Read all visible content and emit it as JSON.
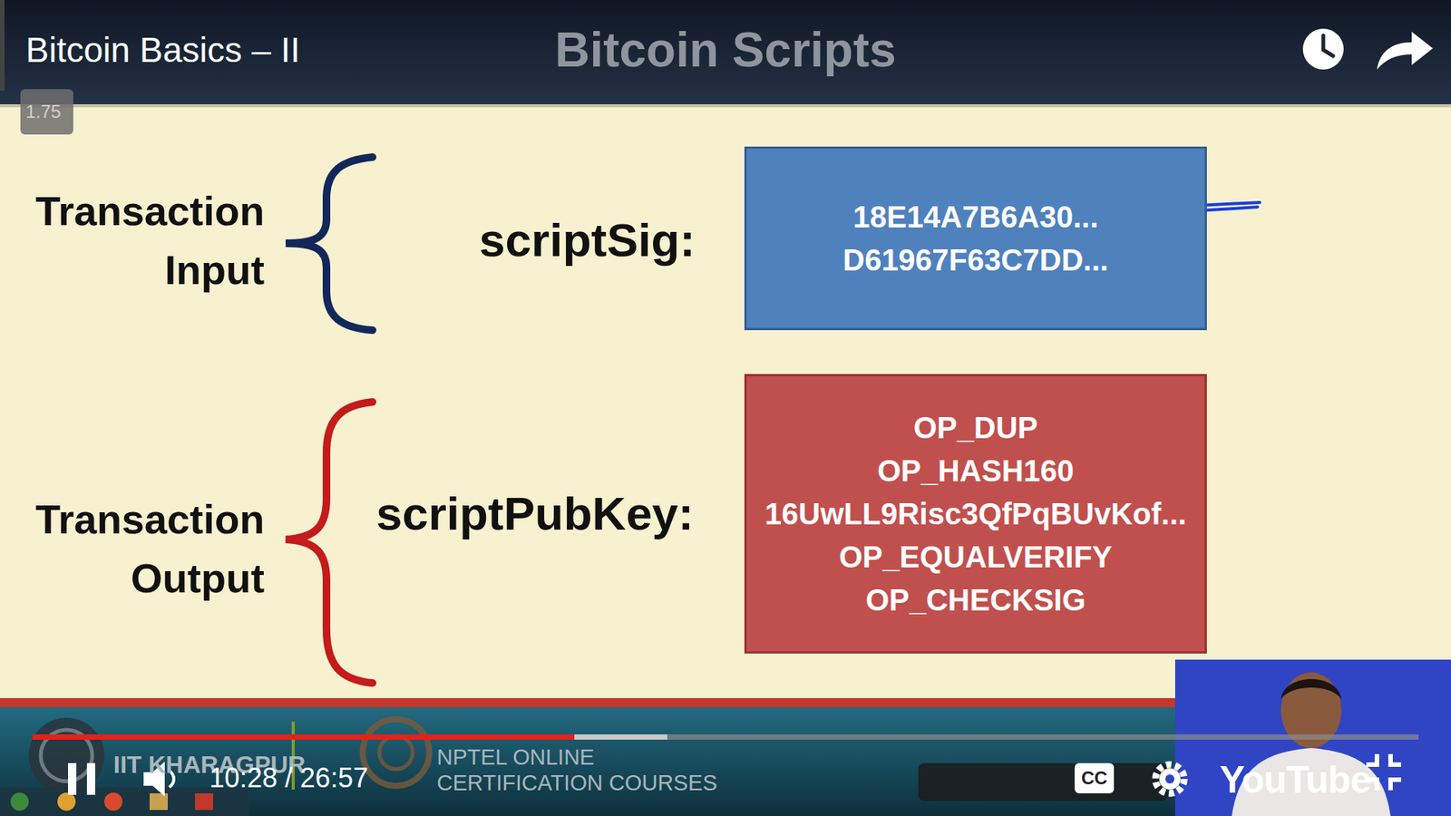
{
  "diagram": {
    "title": "Bitcoin Scripts",
    "nodes": [
      {
        "text": [
          "18E14A7B6A30...",
          "D61967F63C7DD..."
        ]
      },
      {
        "text": [
          "OP_DUP",
          "OP_HASH160",
          "16UwLL9Risc3QfPqBUvKof...",
          "OP_EQUALVERIFY",
          "OP_CHECKSIG"
        ]
      }
    ],
    "labels": [
      "Bitcoin Basics – II",
      "1.75",
      "Transaction Input",
      "scriptSig:",
      "Transaction Output",
      "scriptPubKey:",
      "IIT KHARAGPUR",
      "NPTEL ONLINE CERTIFICATION COURSES",
      "10:28 / 26:57",
      "CC",
      "YouTube"
    ]
  }
}
